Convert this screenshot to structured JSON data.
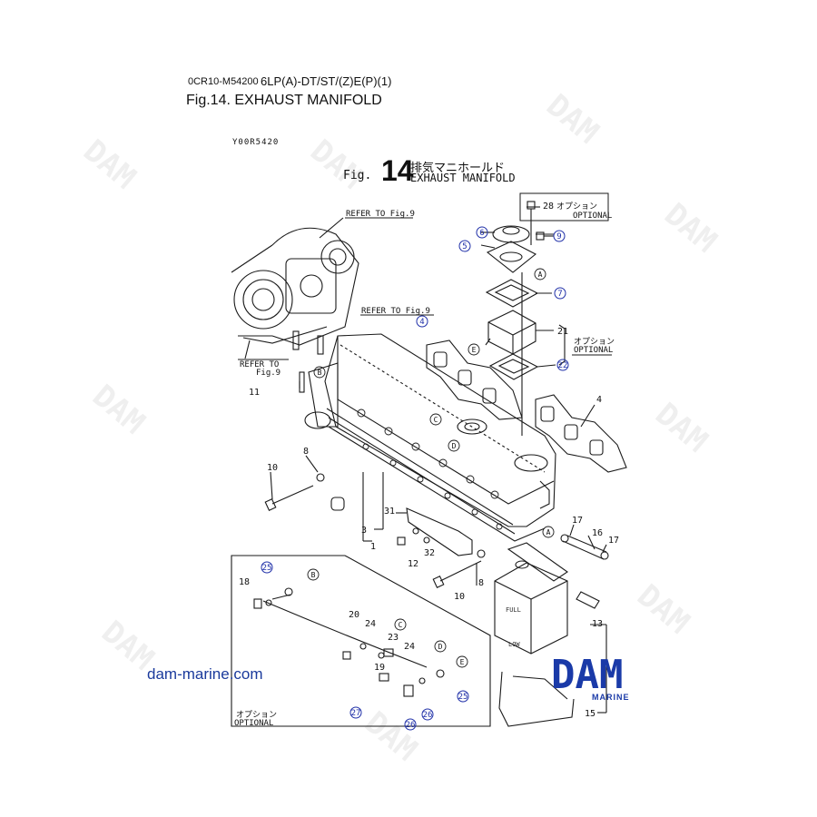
{
  "header": {
    "doc_code": "0CR10-M54200",
    "model": "6LP(A)-DT/ST/(Z)E(P)(1)",
    "fig_title": "Fig.14.  EXHAUST MANIFOLD"
  },
  "drawing": {
    "code": "Y00R5420",
    "fig_prefix": "Fig.",
    "fig_number": "14",
    "title_jp": "排気マニホールド",
    "title_en": "EXHAUST MANIFOLD",
    "refer_fig9_top": "REFER TO Fig.9",
    "refer_fig9_mid": "REFER TO Fig.9",
    "refer_to": "REFER TO",
    "refer_fig": "Fig.9",
    "optional_jp": "オプション",
    "optional_en": "OPTIONAL",
    "callouts": {
      "c1": "1",
      "c3": "3",
      "c4": "4",
      "c5": "5",
      "c6": "6",
      "c7": "7",
      "c8a": "8",
      "c8b": "8",
      "c9": "9",
      "c10a": "10",
      "c10b": "10",
      "c11": "11",
      "c12": "12",
      "c13": "13",
      "c15": "15",
      "c16": "16",
      "c17a": "17",
      "c17b": "17",
      "c18": "18",
      "c19": "19",
      "c20": "20",
      "c21": "21",
      "c22": "22",
      "c23": "23",
      "c24a": "24",
      "c24b": "24",
      "c25a": "25",
      "c25b": "25",
      "c26a": "26",
      "c26b": "26",
      "c27": "27",
      "c28": "28",
      "c31": "31",
      "c32": "32",
      "lA": "A",
      "lA2": "A",
      "lB": "B",
      "lB2": "B",
      "lC": "C",
      "lC2": "C",
      "lD": "D",
      "lD2": "D",
      "lE": "E",
      "lE2": "E"
    },
    "tank_full": "FULL",
    "tank_low": "LOW"
  },
  "footer": {
    "site": "dam-marine.com",
    "logo": "DAM",
    "logo_sub": "MARINE"
  },
  "colors": {
    "line": "#1a1a1a",
    "callout": "#1f2fa8",
    "brand": "#1a3aa8",
    "watermark": "#ececec"
  }
}
